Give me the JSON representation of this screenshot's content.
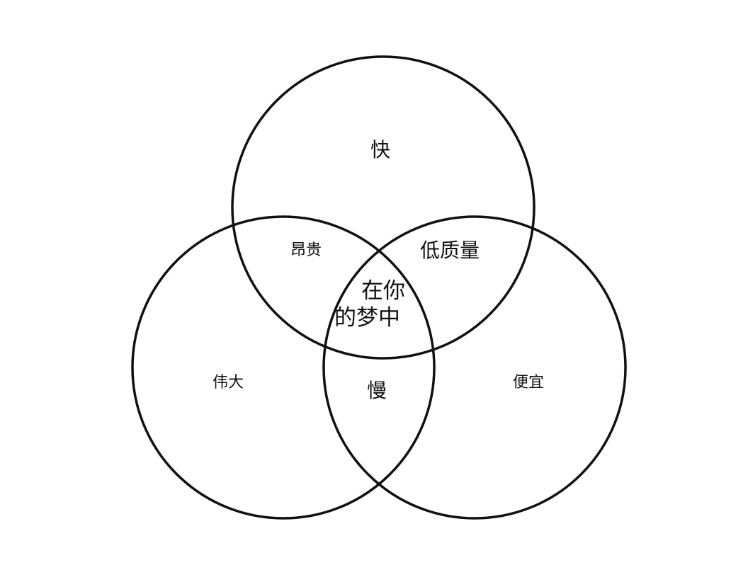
{
  "labels": {
    "fast": "快",
    "great": "伟大",
    "cheap": "便宜",
    "expensive": "昂贵",
    "low_quality": "低质量",
    "slow": "慢",
    "in_your_dreams_line1": "在你",
    "in_your_dreams_line2": "的梦中"
  },
  "colors": {
    "stroke": "#111111",
    "background": "#ffffff"
  }
}
